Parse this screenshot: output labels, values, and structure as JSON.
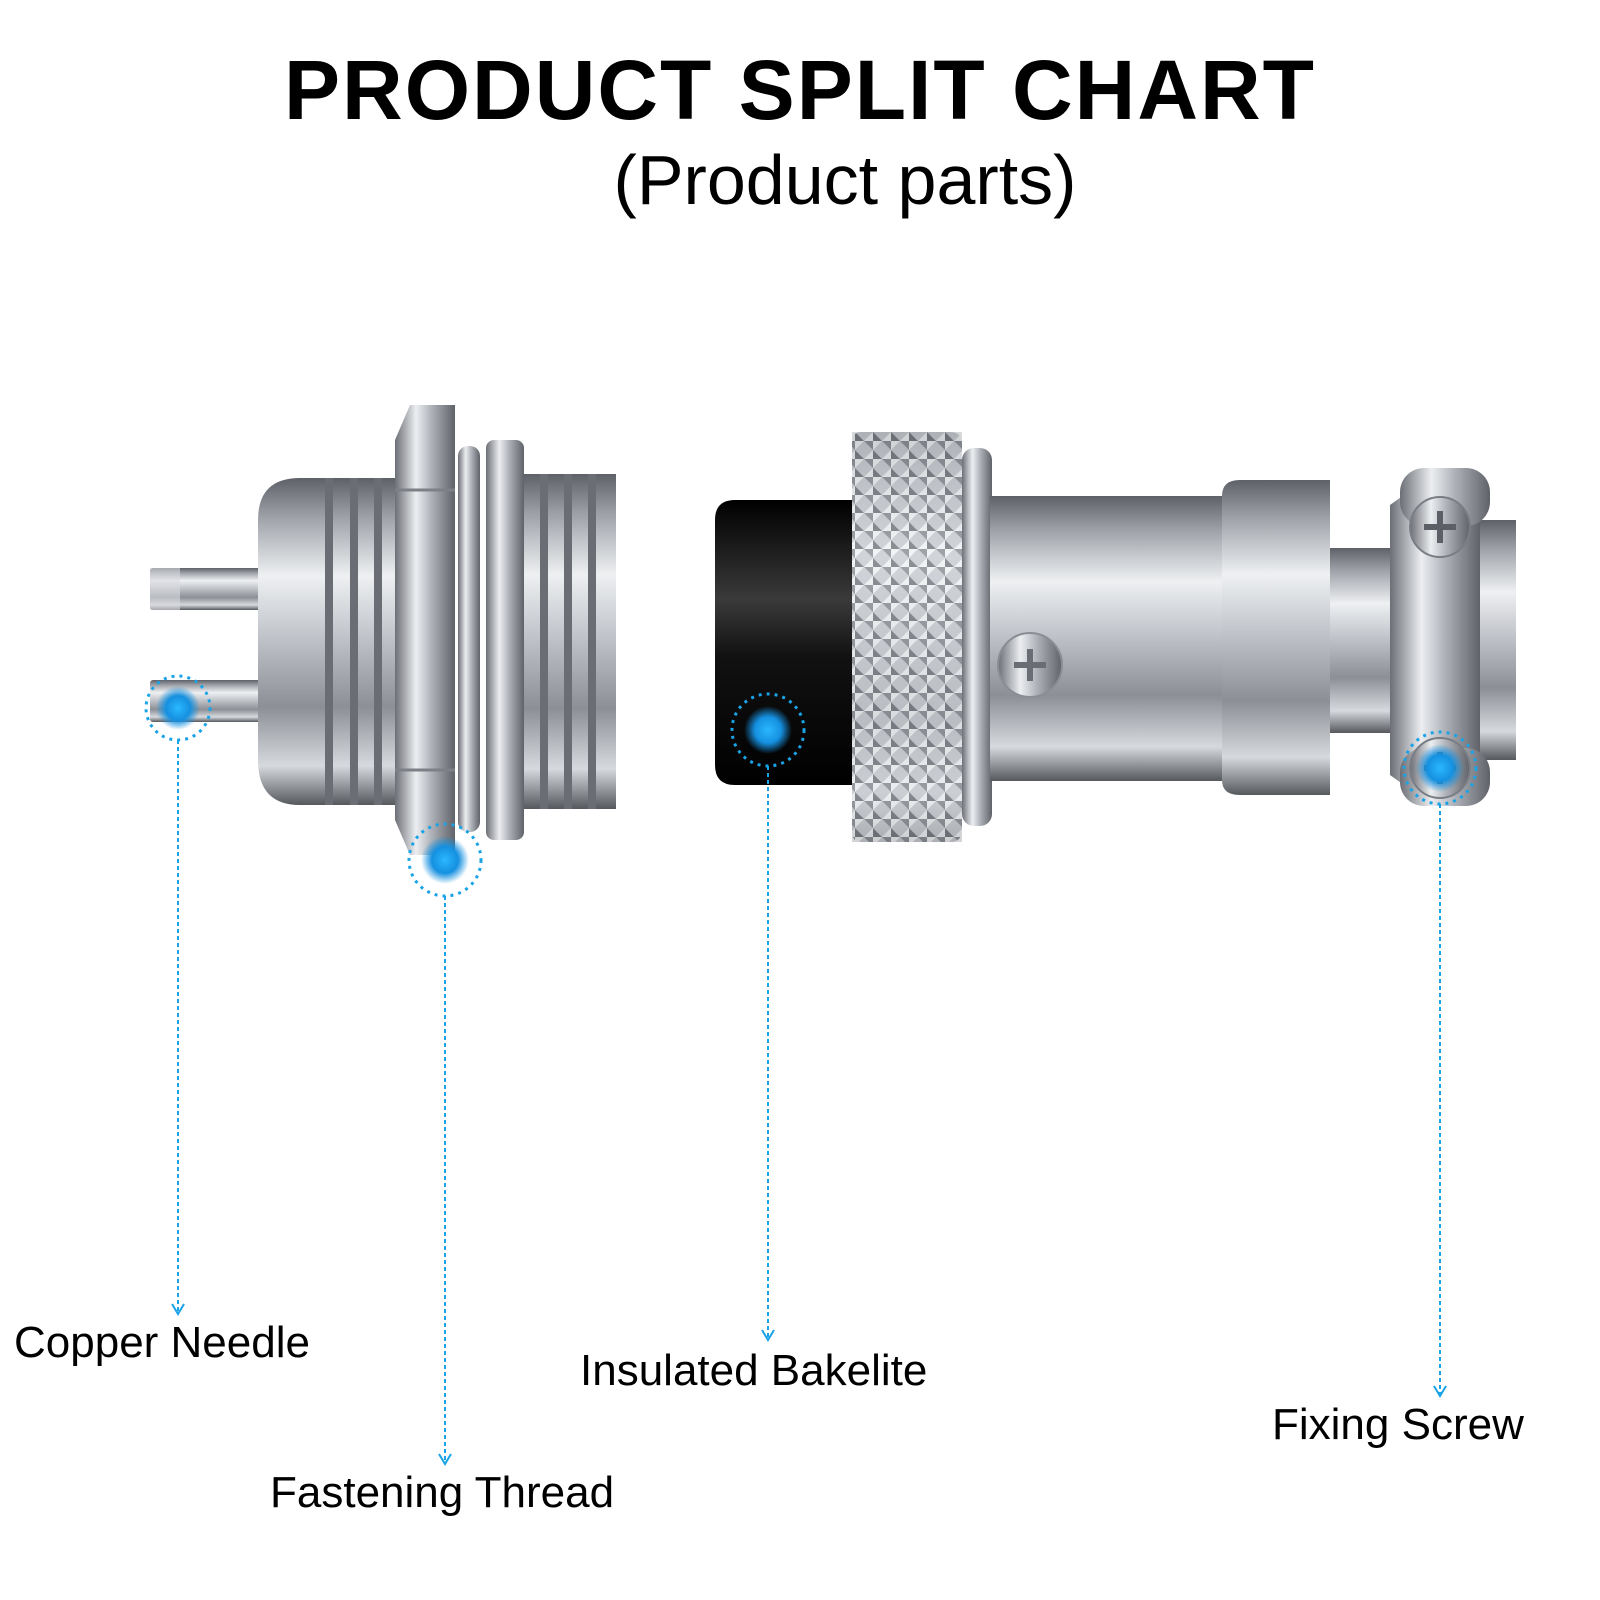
{
  "header": {
    "title": "PRODUCT SPLIT CHART",
    "subtitle": "(Product parts)"
  },
  "callouts": [
    {
      "id": "copper-needle",
      "label": "Copper Needle"
    },
    {
      "id": "fastening-thread",
      "label": "Fastening Thread"
    },
    {
      "id": "insulated-bakelite",
      "label": "Insulated Bakelite"
    },
    {
      "id": "fixing-screw",
      "label": "Fixing Screw"
    }
  ],
  "colors": {
    "callout_blue": "#1aa3e6",
    "metal": "#b8bcc2",
    "bakelite": "#0d0d0d"
  }
}
